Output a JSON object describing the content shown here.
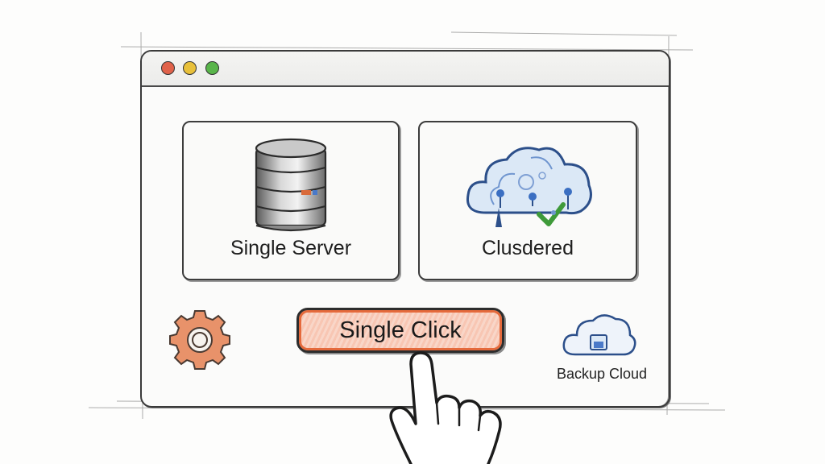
{
  "window": {
    "controls": [
      {
        "name": "close",
        "color": "#e0624a"
      },
      {
        "name": "minimize",
        "color": "#e8c03a"
      },
      {
        "name": "maximize",
        "color": "#59b54a"
      }
    ]
  },
  "options": [
    {
      "id": "single-server",
      "label": "Single Server",
      "icon": "database-server-icon"
    },
    {
      "id": "clustered",
      "label": "Clusdered",
      "icon": "cloud-cluster-icon"
    }
  ],
  "actions": {
    "settings_icon": "gear-icon",
    "primary_button_label": "Single Click",
    "primary_button_color": "#e56a3c",
    "backup_label": "Backup Cloud",
    "backup_icon": "cloud-backup-icon"
  },
  "cursor_icon": "pointing-hand-icon"
}
